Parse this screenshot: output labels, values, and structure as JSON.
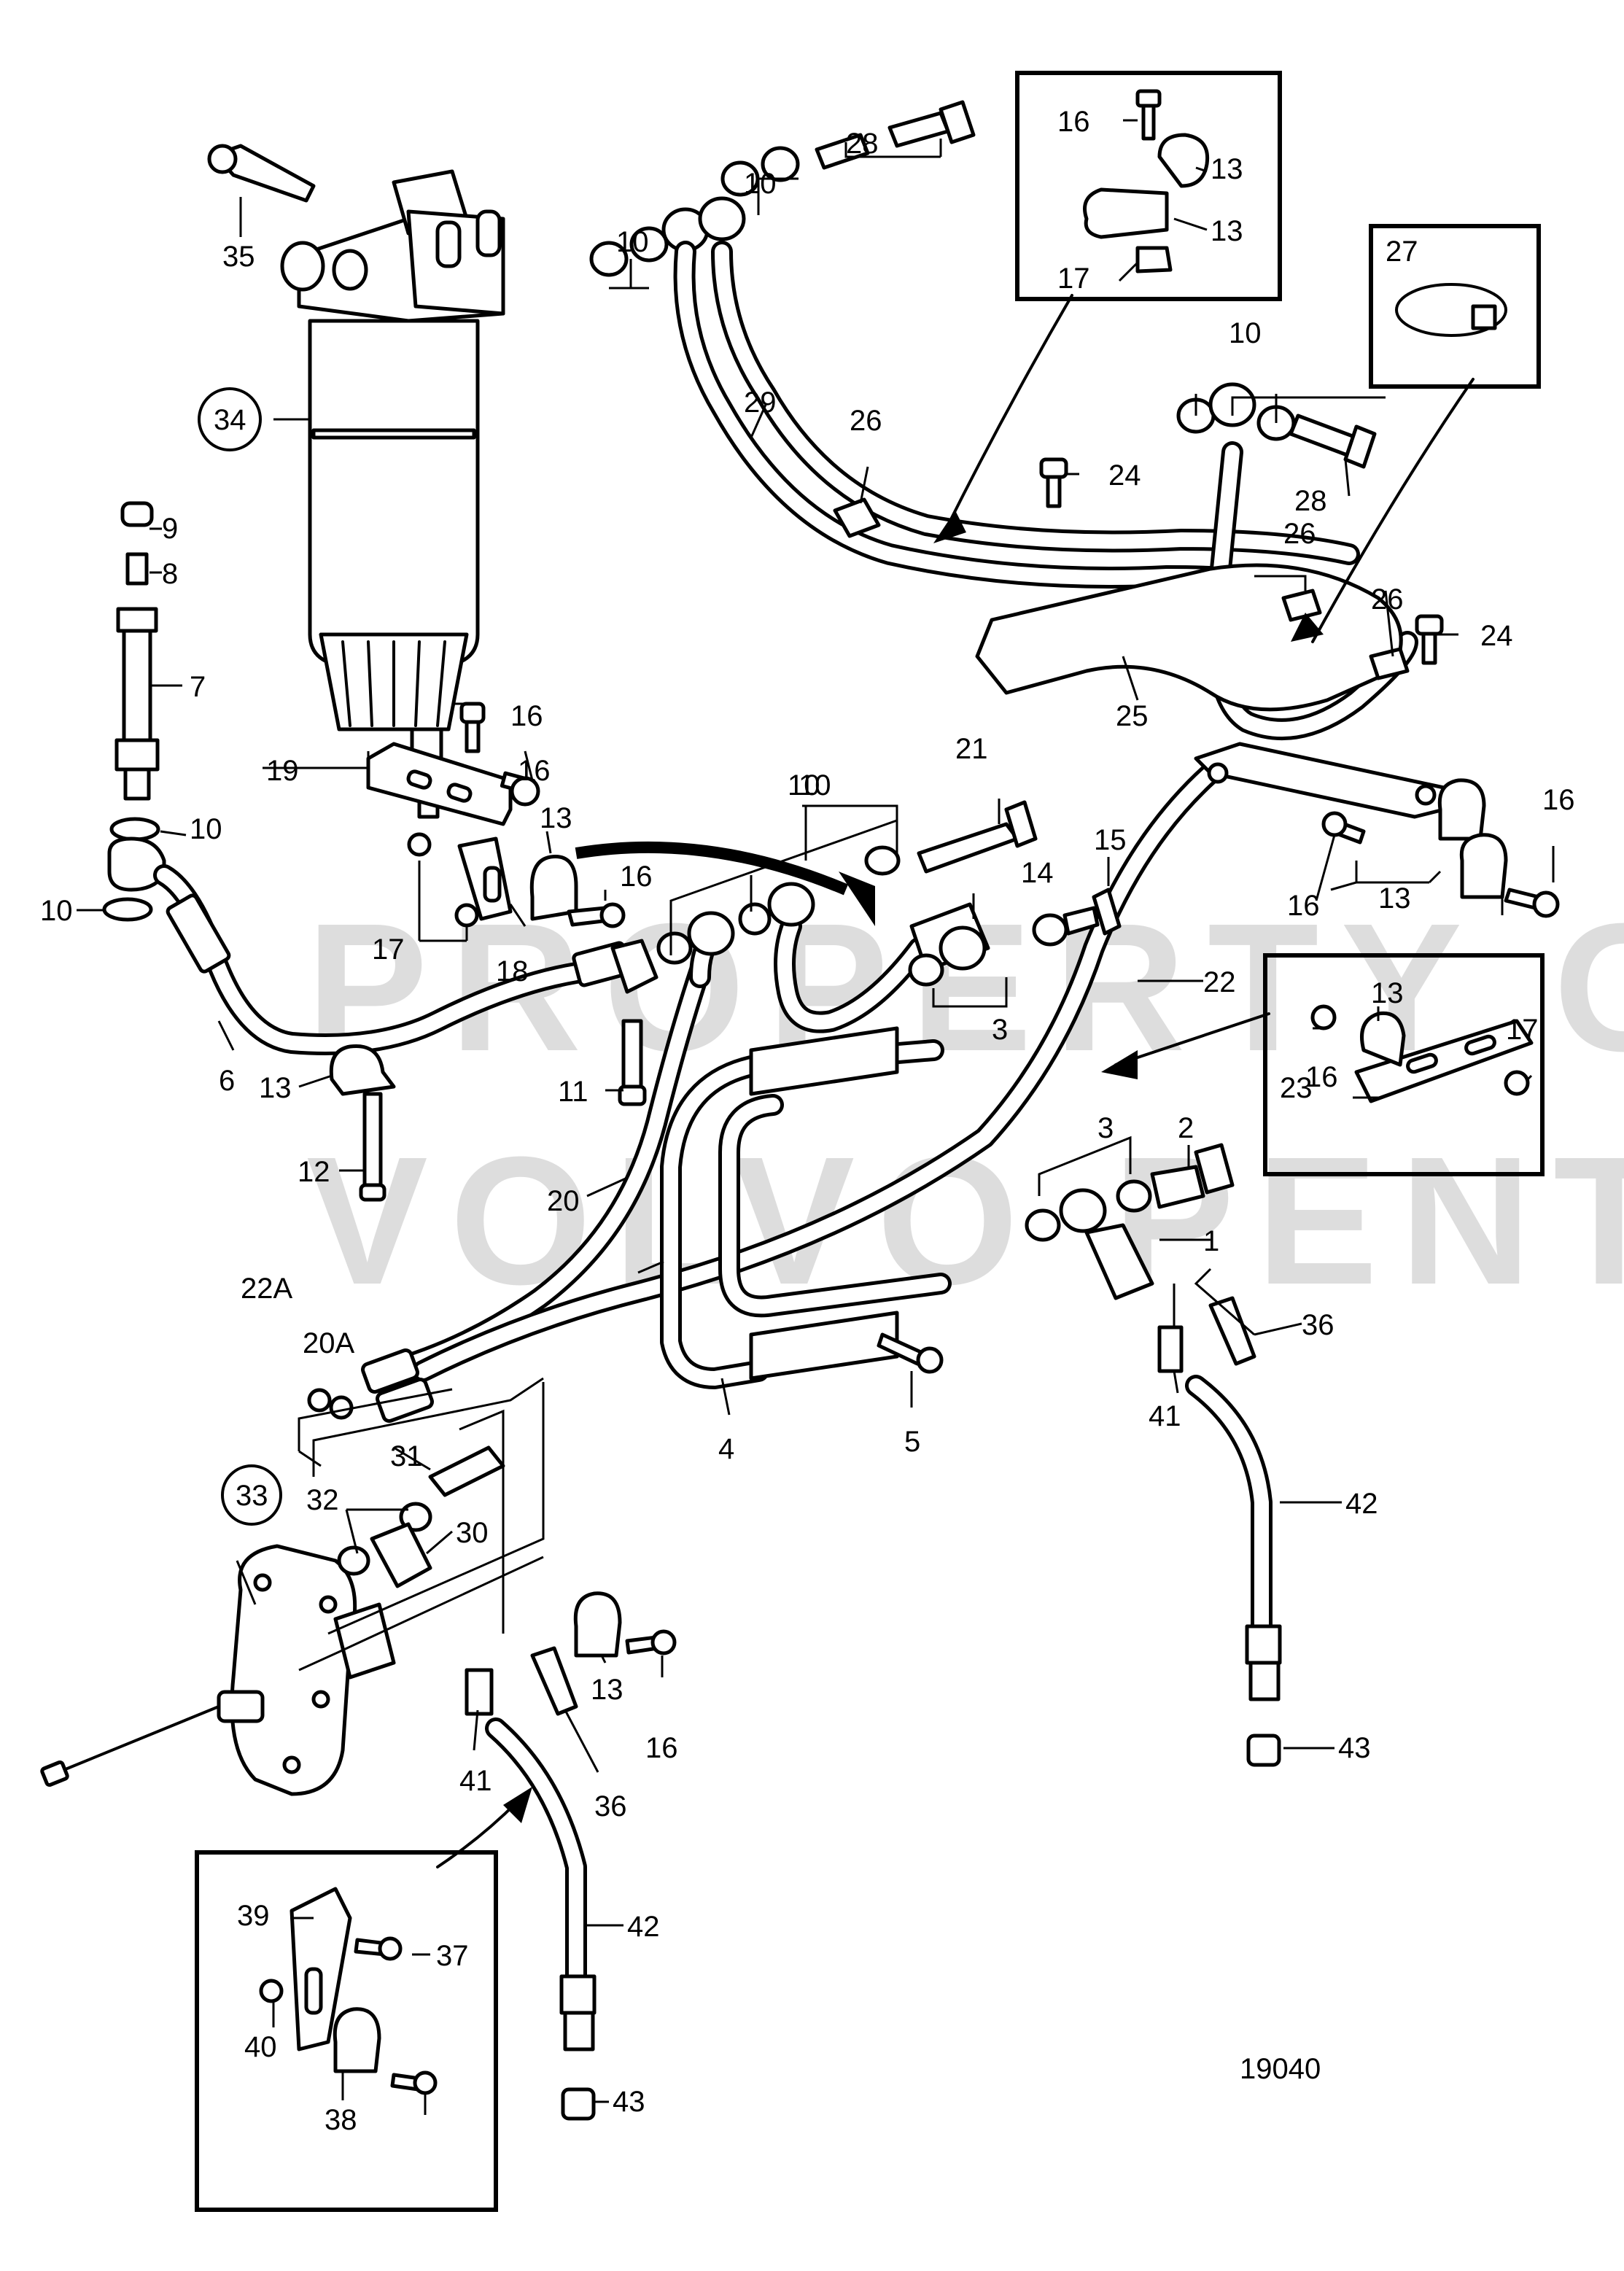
{
  "watermark": {
    "line1": "PROPERTY OF",
    "line2": "VOLVO PENTA"
  },
  "drawing_number": "19040",
  "callouts": [
    "1",
    "2",
    "3",
    "3",
    "4",
    "5",
    "6",
    "7",
    "8",
    "9",
    "10",
    "10",
    "10",
    "10",
    "10",
    "10",
    "10",
    "11",
    "12",
    "13",
    "13",
    "13",
    "13",
    "13",
    "13",
    "13",
    "14",
    "15",
    "16",
    "16",
    "16",
    "16",
    "16",
    "16",
    "16",
    "16",
    "17",
    "17",
    "17",
    "18",
    "19",
    "20",
    "20A",
    "21",
    "22",
    "22A",
    "23",
    "24",
    "24",
    "25",
    "26",
    "26",
    "26",
    "27",
    "28",
    "28",
    "29",
    "30",
    "31",
    "32",
    "33",
    "34",
    "35",
    "36",
    "36",
    "37",
    "38",
    "39",
    "40",
    "41",
    "41",
    "42",
    "42",
    "43",
    "43"
  ]
}
